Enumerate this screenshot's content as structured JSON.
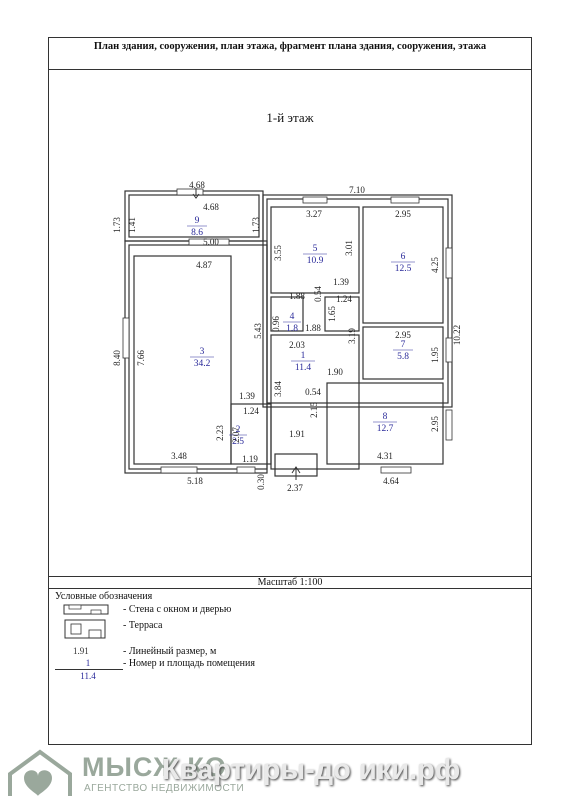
{
  "header": {
    "title": "План здания, сооружения, план этажа, фрагмент плана здания, сооружения, этажа"
  },
  "floor_title": "1-й этаж",
  "rooms": [
    {
      "num": "9",
      "area": "8.6"
    },
    {
      "num": "5",
      "area": "10.9"
    },
    {
      "num": "6",
      "area": "12.5"
    },
    {
      "num": "4",
      "area": "1.8"
    },
    {
      "num": "3",
      "area": "34.2"
    },
    {
      "num": "1",
      "area": "11.4"
    },
    {
      "num": "7",
      "area": "5.8"
    },
    {
      "num": "2",
      "area": "2.5"
    },
    {
      "num": "8",
      "area": "12.7"
    }
  ],
  "dimensions": [
    "4.68",
    "4.68",
    "7.10",
    "1.73",
    "1.41",
    "1.73",
    "3.27",
    "2.95",
    "5.00",
    "4.87",
    "3.55",
    "3.01",
    "4.25",
    "10.22",
    "1.39",
    "1.24",
    "0.54",
    "1.88",
    "0.96",
    "1.65",
    "1.88",
    "5.43",
    "2.03",
    "3.19",
    "2.95",
    "1.95",
    "8.40",
    "7.66",
    "1.90",
    "0.54",
    "3.84",
    "2.15",
    "1.39",
    "1.24",
    "2.23",
    "2.07",
    "1.91",
    "2.95",
    "3.48",
    "1.19",
    "4.31",
    "5.18",
    "0.30",
    "2.37",
    "4.64"
  ],
  "scale": "Масштаб 1:100",
  "legend": {
    "title": "Условные обозначения",
    "items": [
      "- Стена с окном и дверью",
      "- Терраса",
      "- Линейный размер, м",
      "- Номер и площадь помещения"
    ],
    "dim_sample": "1.91",
    "num_sample": "1",
    "area_sample": "11.4"
  },
  "footer": {
    "brand": "МЫСЖ КО",
    "brand_sub": "АГЕНТСТВО НЕДВИЖИМОСТИ",
    "site": "Квартиры-до  ики.рф"
  }
}
